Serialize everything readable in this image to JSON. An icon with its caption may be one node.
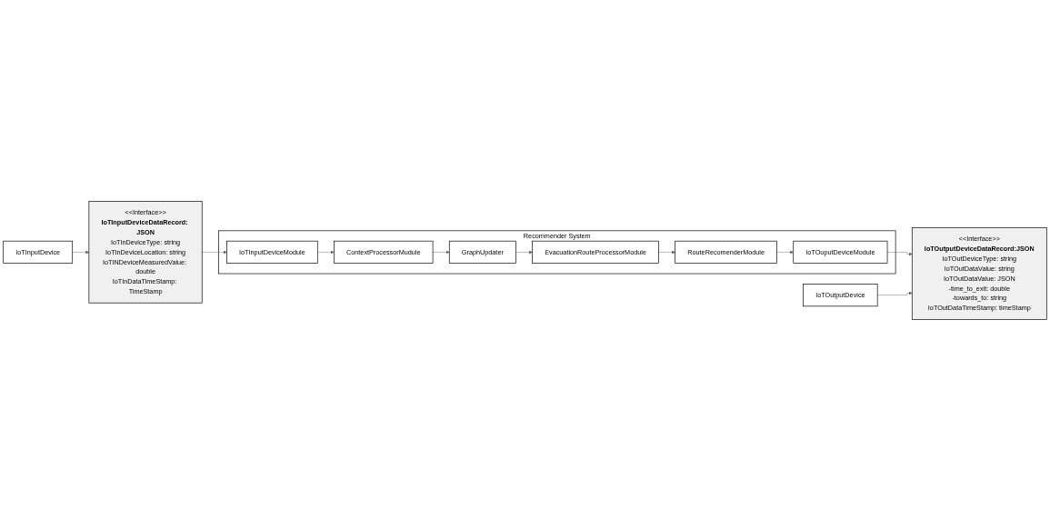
{
  "diagram": {
    "nodes": [
      {
        "text": [
          "IoTInputDevice"
        ]
      },
      {
        "text": [
          "<<Interface>>",
          "IoTInputDeviceDataRecord: JSON",
          "IoTInDeviceType: string",
          "IoTInDeviceLocation: string",
          "IoTINDeviceMeasuredValue: double",
          "IoTInDataTimeStamp: TimeStamp"
        ]
      },
      {
        "text": [
          "IoTOutputDevice"
        ]
      },
      {
        "text": [
          "<<Interface>>",
          "IoTOutputDeviceDataRecord:JSON",
          "IoTOutDeviceType: string",
          "IoTOutDataValue: string",
          "IoTOutDataValue: JSON",
          "-time_to_exit: double",
          "-towards_to: string",
          "IoTOutDataTimeStamp: timeStamp"
        ]
      },
      {
        "text": [
          "Recommender System"
        ]
      },
      {
        "text": [
          "IoTInputDeviceModule"
        ],
        "in": 4
      },
      {
        "text": [
          "ContextProcessorMudule"
        ],
        "in": 4
      },
      {
        "text": [
          "GraphUpdater"
        ],
        "in": 4
      },
      {
        "text": [
          "EvacuationRouteProcessorModule"
        ],
        "in": 4
      },
      {
        "text": [
          "IoTOuputDeviceModule"
        ],
        "in": 4
      },
      {
        "text": [
          "RouteRecomenderModule"
        ],
        "in": 4
      }
    ],
    "edges": [
      {
        "from": 0,
        "to": 1,
        "arrow": "to"
      },
      {
        "from": 1,
        "to": 5,
        "arrow": "to"
      },
      {
        "from": 5,
        "to": 6,
        "arrow": "to"
      },
      {
        "from": 6,
        "to": 7,
        "arrow": "to"
      },
      {
        "from": 7,
        "to": 8,
        "arrow": "to"
      },
      {
        "from": 8,
        "to": 10,
        "arrow": "to"
      },
      {
        "from": 10,
        "to": 9,
        "arrow": "to"
      },
      {
        "from": 9,
        "to": 3,
        "arrow": "to"
      },
      {
        "from": 2,
        "to": 3,
        "arrow": "to"
      }
    ]
  }
}
